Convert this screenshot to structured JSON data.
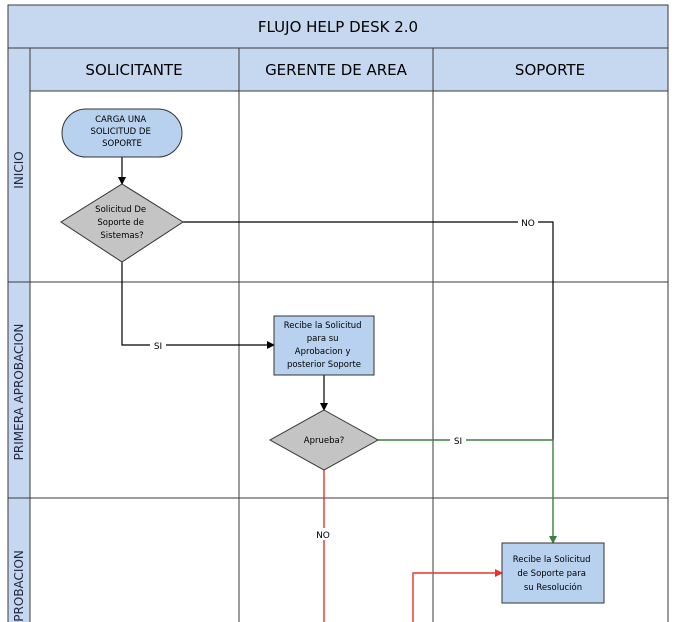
{
  "title": "FLUJO HELP DESK 2.0",
  "lanes": {
    "solicitante": "SOLICITANTE",
    "gerente": "GERENTE DE AREA",
    "soporte": "SOPORTE"
  },
  "phases": {
    "inicio": "INICIO",
    "primera": "PRIMERA APROBACION",
    "segunda": "APROBACION"
  },
  "nodes": {
    "n1": [
      "CARGA UNA",
      "SOLICITUD DE",
      "SOPORTE"
    ],
    "n2": [
      "Solicitud De",
      "Soporte de",
      "Sistemas?"
    ],
    "n3": [
      "Recibe la Solicitud",
      "para su",
      "Aprobacion y",
      "posterior Soporte"
    ],
    "n4": [
      "Aprueba?"
    ],
    "n5": [
      "Recibe la Solicitud",
      "de Soporte para",
      "su Resolución"
    ]
  },
  "edges": {
    "no1": "NO",
    "si1": "SI",
    "si2": "SI",
    "no2": "NO"
  },
  "colors": {
    "header_fill": "#c5d8ef",
    "side_fill": "#c5d8ef",
    "node_fill": "#b7d1ee",
    "decision_fill": "#c4c4c4",
    "green": "#3f7f3f",
    "red": "#e8332b"
  }
}
